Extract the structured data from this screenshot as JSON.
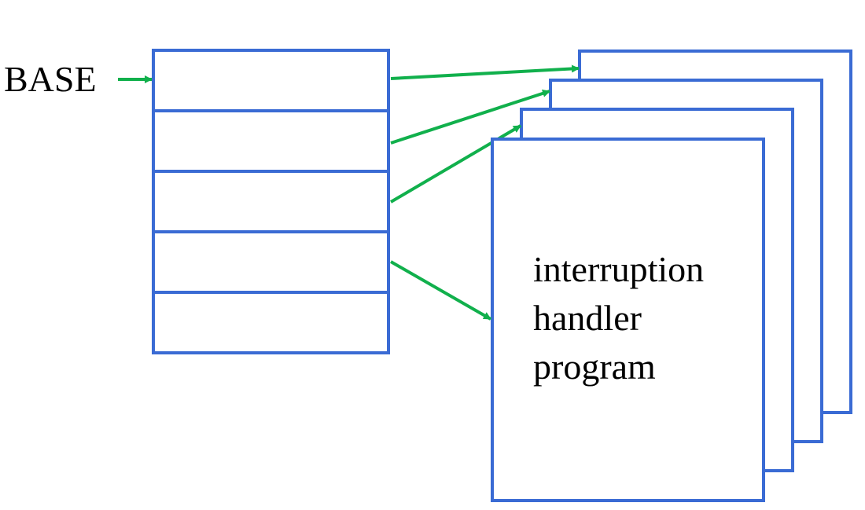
{
  "base_label": "BASE",
  "vector_table": {
    "entry_count": 5
  },
  "handler": {
    "label_lines": [
      "interruption",
      "handler",
      "program"
    ],
    "stack_count": 4
  },
  "colors": {
    "box_border": "#3a6bd4",
    "arrow": "#11b04c",
    "text": "#000000",
    "background": "#ffffff"
  }
}
